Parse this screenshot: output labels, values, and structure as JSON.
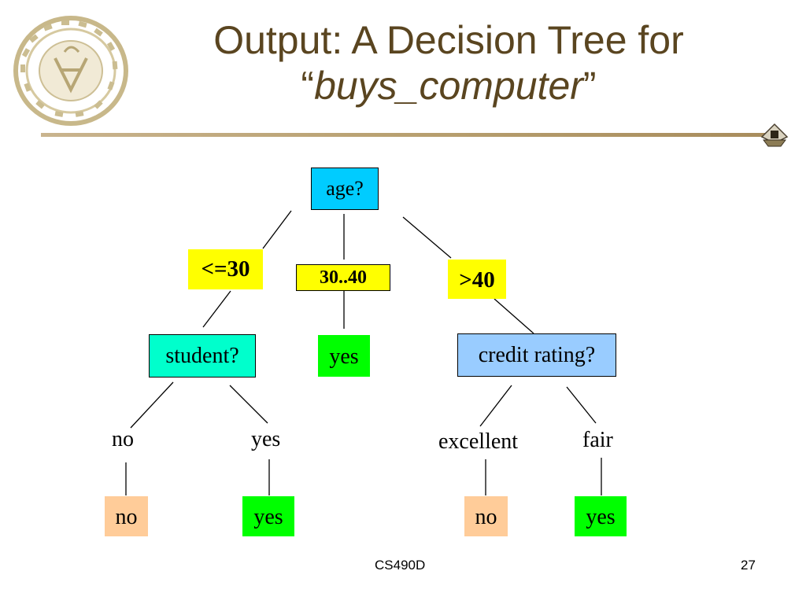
{
  "slide": {
    "title_line1": "Output: A Decision Tree for",
    "title_open_quote": "“",
    "title_emphasis": "buys_computer",
    "title_close_quote": "”",
    "footer_course": "CS490D",
    "page_number": "27"
  },
  "tree": {
    "root": "age?",
    "branches": {
      "le30": "<=30",
      "mid": "30..40",
      "gt40": ">40"
    },
    "student_node": "student?",
    "mid_leaf": "yes",
    "credit_node": "credit rating?",
    "student_branches": {
      "no": "no",
      "yes": "yes"
    },
    "credit_branches": {
      "excellent": "excellent",
      "fair": "fair"
    },
    "leaves": {
      "student_no": "no",
      "student_yes": "yes",
      "credit_excellent": "no",
      "credit_fair": "yes"
    }
  },
  "colors": {
    "title": "#5a4520",
    "root_fill": "#00ccff",
    "student_fill": "#00ffcc",
    "credit_fill": "#99ccff",
    "branch_fill": "#ffff00",
    "yes_leaf_fill": "#00ff00",
    "no_leaf_fill": "#ffcc99"
  },
  "icons": {
    "seal": "university-seal-icon",
    "corner": "university-mark-icon"
  }
}
